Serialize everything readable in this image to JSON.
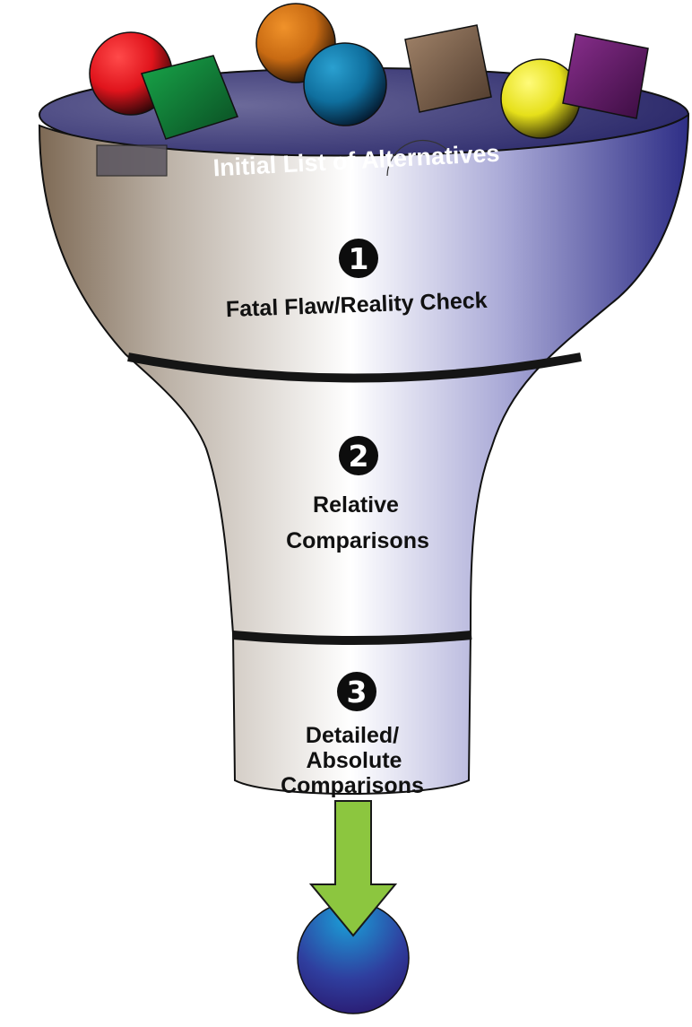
{
  "colors": {
    "rim_interior": "#2f2d78",
    "band": "#151515",
    "badge": "#0d0d0d",
    "arrow_green": "#8cc63f",
    "result_sphere": "#2f3e9e"
  },
  "funnel": {
    "initial_label": "Initial List of Alternatives",
    "stages": [
      {
        "number": "1",
        "lines": [
          "Fatal Flaw/Reality Check"
        ]
      },
      {
        "number": "2",
        "lines": [
          "Relative",
          "Comparisons"
        ]
      },
      {
        "number": "3",
        "lines": [
          "Detailed/",
          "Absolute",
          "Comparisons"
        ]
      }
    ]
  },
  "alternatives": [
    {
      "shape": "sphere",
      "color": "#e0141c"
    },
    {
      "shape": "cube",
      "color": "#0f8a3a"
    },
    {
      "shape": "sphere",
      "color": "#c86a12"
    },
    {
      "shape": "sphere",
      "color": "#0f6f9e"
    },
    {
      "shape": "cube",
      "color": "#8a6a52"
    },
    {
      "shape": "sphere",
      "color": "#e6e01a"
    },
    {
      "shape": "cube",
      "color": "#6a1f6e"
    }
  ],
  "result": {
    "icon": "down-arrow-icon",
    "shape": "sphere"
  }
}
